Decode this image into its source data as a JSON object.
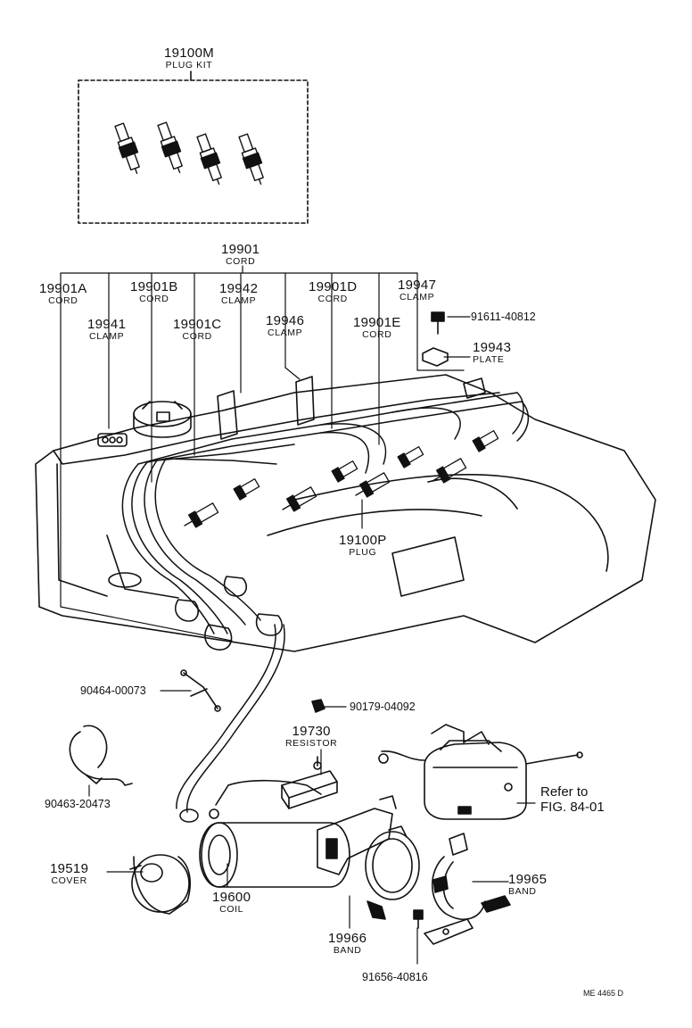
{
  "labels": {
    "plug_kit": {
      "part": "19100M",
      "name": "PLUG KIT"
    },
    "cord_main": {
      "part": "19901",
      "name": "CORD"
    },
    "cord_a": {
      "part": "19901A",
      "name": "CORD"
    },
    "cord_b": {
      "part": "19901B",
      "name": "CORD"
    },
    "clamp_19942": {
      "part": "19942",
      "name": "CLAMP"
    },
    "cord_d": {
      "part": "19901D",
      "name": "CORD"
    },
    "clamp_19947": {
      "part": "19947",
      "name": "CLAMP"
    },
    "clamp_19941": {
      "part": "19941",
      "name": "CLAMP"
    },
    "cord_c": {
      "part": "19901C",
      "name": "CORD"
    },
    "clamp_19946": {
      "part": "19946",
      "name": "CLAMP"
    },
    "cord_e": {
      "part": "19901E",
      "name": "CORD"
    },
    "plate_19943": {
      "part": "19943",
      "name": "PLATE"
    },
    "plug": {
      "part": "19100P",
      "name": "PLUG"
    },
    "resistor": {
      "part": "19730",
      "name": "RESISTOR"
    },
    "cover": {
      "part": "19519",
      "name": "COVER"
    },
    "coil": {
      "part": "19600",
      "name": "COIL"
    },
    "band_19966": {
      "part": "19966",
      "name": "BAND"
    },
    "band_19965": {
      "part": "19965",
      "name": "BAND"
    }
  },
  "inline_parts": {
    "bolt_91611": "91611-40812",
    "clip_90464": "90464-00073",
    "nut_90179": "90179-04092",
    "tie_90463": "90463-20473",
    "bolt_91656": "91656-40816"
  },
  "reference": {
    "line1": "Refer to",
    "line2": "FIG. 84-01"
  },
  "diagram_code": "ME 4465 D"
}
